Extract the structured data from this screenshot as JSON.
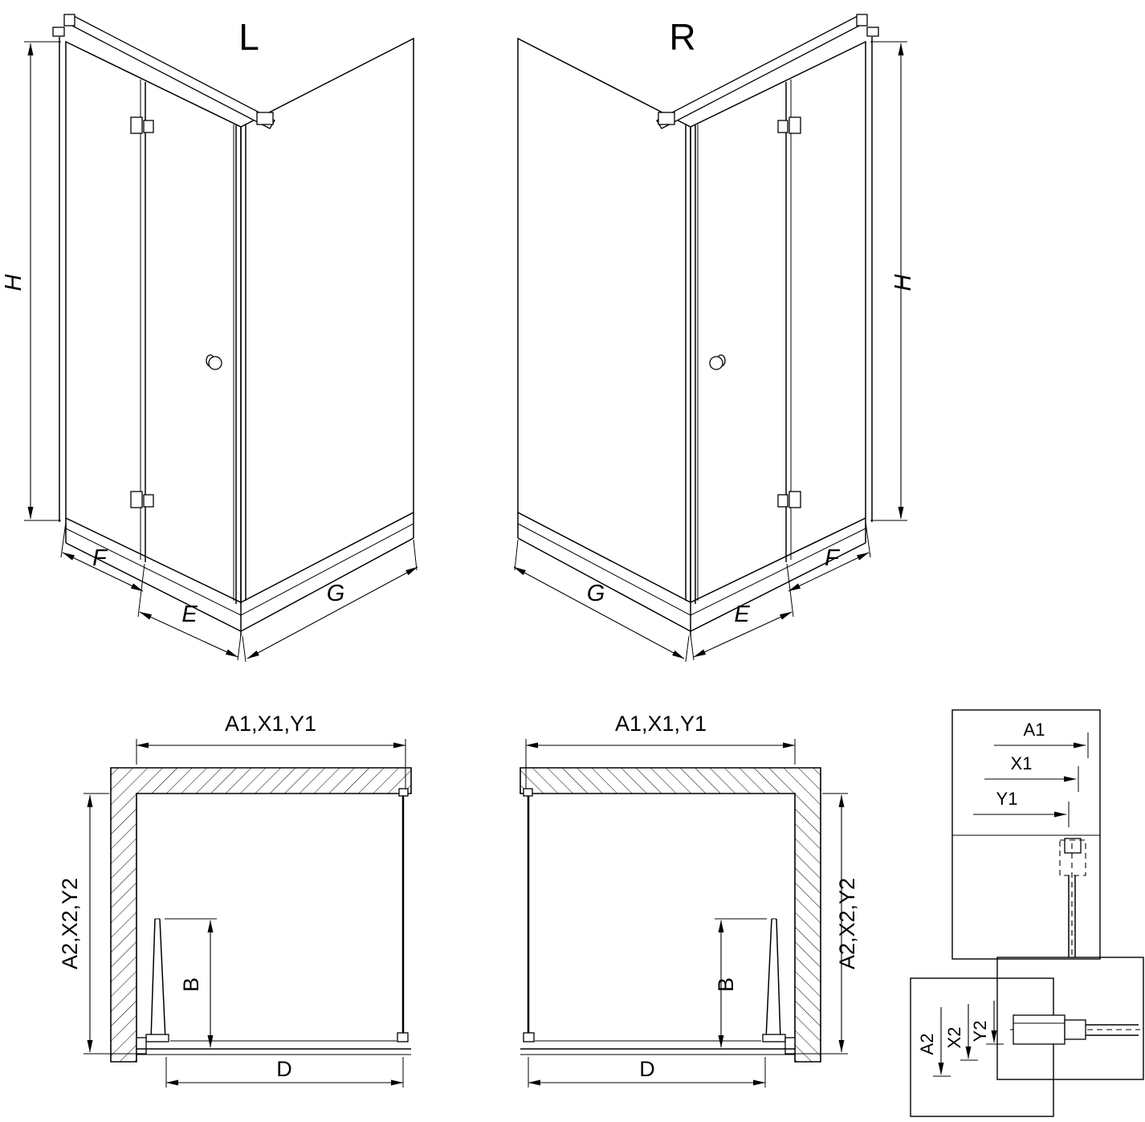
{
  "colors": {
    "line": "#000000",
    "background": "#ffffff"
  },
  "iso_left": {
    "title": "L",
    "dim_h": "H",
    "dim_f": "F",
    "dim_e": "E",
    "dim_g": "G"
  },
  "iso_right": {
    "title": "R",
    "dim_h": "H",
    "dim_f": "F",
    "dim_e": "E",
    "dim_g": "G"
  },
  "plan_left": {
    "dim_width": "A1,X1,Y1",
    "dim_depth": "A2,X2,Y2",
    "dim_b": "B",
    "dim_d": "D"
  },
  "plan_right": {
    "dim_width": "A1,X1,Y1",
    "dim_depth": "A2,X2,Y2",
    "dim_b": "B",
    "dim_d": "D"
  },
  "detail_width": {
    "dim_a1": "A1",
    "dim_x1": "X1",
    "dim_y1": "Y1"
  },
  "detail_depth": {
    "dim_a2": "A2",
    "dim_x2": "X2",
    "dim_y2": "Y2"
  }
}
